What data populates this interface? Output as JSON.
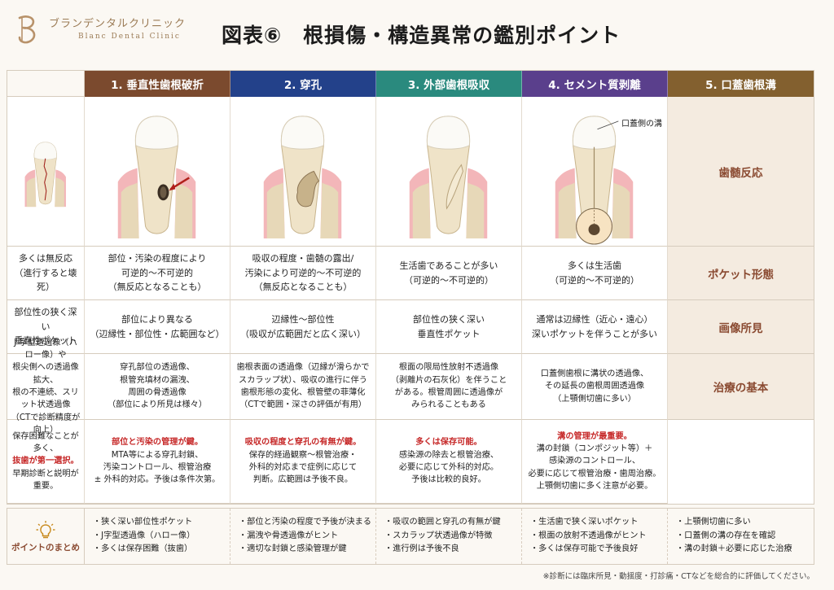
{
  "logo": {
    "jp": "ブランデンタルクリニック",
    "en": "Blanc Dental Clinic"
  },
  "title": "図表⑥　根損傷・構造異常の鑑別ポイント",
  "colors": {
    "c1": "#7b4a2e",
    "c2": "#23418a",
    "c3": "#2a8a7e",
    "c4": "#5a3f8c",
    "c5": "#83602f",
    "rowhead": "#8a4a31",
    "emphasis": "#c62828"
  },
  "columns": [
    {
      "label": "1. 垂直性歯根破折",
      "icon": "vertical-root-fracture-illustration"
    },
    {
      "label": "2. 穿孔",
      "icon": "perforation-illustration"
    },
    {
      "label": "3. 外部歯根吸収",
      "icon": "external-root-resorption-illustration"
    },
    {
      "label": "4. セメント質剥離",
      "icon": "cemental-tear-illustration"
    },
    {
      "label": "5. 口蓋歯根溝",
      "icon": "palatal-groove-illustration",
      "callout": "口蓋側の溝"
    }
  ],
  "rows": [
    {
      "label": "歯髄反応",
      "cells": [
        [
          "多くは無反応",
          "（進行すると壊死）"
        ],
        [
          "部位・汚染の程度により",
          "可逆的〜不可逆的",
          "（無反応となることも）"
        ],
        [
          "吸収の程度・歯髄の露出/",
          "汚染により可逆的〜不可逆的",
          "（無反応となることも）"
        ],
        [
          "生活歯であることが多い",
          "（可逆的〜不可逆的）"
        ],
        [
          "多くは生活歯",
          "（可逆的〜不可逆的）"
        ]
      ]
    },
    {
      "label": "ポケット形態",
      "cells": [
        [
          "部位性の狭く深い",
          "垂直性ポケット"
        ],
        [
          "部位により異なる",
          "（辺縁性・部位性・広範囲など）"
        ],
        [
          "辺縁性〜部位性",
          "（吸収が広範囲だと広く深い）"
        ],
        [
          "部位性の狭く深い",
          "垂直性ポケット"
        ],
        [
          "通常は辺縁性（近心・遠心）",
          "深いポケットを伴うことが多い"
        ]
      ]
    },
    {
      "label": "画像所見",
      "cells": [
        [
          "J 字型透過像（ハロー像）や",
          "根尖側への透過像拡大、",
          "根の不連続、スリット状透過像",
          "（CTで診断精度が向上）"
        ],
        [
          "穿孔部位の透過像、",
          "根管充填材の漏洩、",
          "周囲の骨透過像",
          "（部位により所見は様々）"
        ],
        [
          "歯根表面の透過像（辺縁が滑らかで",
          "スカラップ状）、吸収の進行に伴う",
          "歯根形態の変化、根管壁の菲薄化",
          "（CTで範囲・深さの評価が有用）"
        ],
        [
          "根面の限局性放射不透過像",
          "（剥離片の石灰化）を伴うこと",
          "がある。根管周囲に透過像が",
          "みられることもある"
        ],
        [
          "口蓋側歯根に溝状の透過像、",
          "その延長の歯根周囲透過像",
          "（上顎側切歯に多い）"
        ]
      ]
    },
    {
      "label": "治療の基本",
      "cells": [
        {
          "lines": [
            "保存困難なことが多く、",
            "抜歯が第一選択。",
            "早期診断と説明が重要。"
          ],
          "emph": [
            1
          ]
        },
        {
          "lines": [
            "部位と汚染の管理が鍵。",
            "MTA等による穿孔封鎖、",
            "汚染コントロール、根管治療",
            "± 外科的対応。予後は条件次第。"
          ],
          "emph": [
            0
          ]
        },
        {
          "lines": [
            "吸収の程度と穿孔の有無が鍵。",
            "保存的経過観察〜根管治療・",
            "外科的対応まで症例に応じて",
            "判断。広範囲は予後不良。"
          ],
          "emph": [
            0
          ]
        },
        {
          "lines": [
            "多くは保存可能。",
            "感染源の除去と根管治療、",
            "必要に応じて外科的対応。",
            "予後は比較的良好。"
          ],
          "emph": [
            0
          ]
        },
        {
          "lines": [
            "溝の管理が最重要。",
            "溝の封鎖（コンポジット等）＋",
            "感染源のコントロール、",
            "必要に応じて根管治療・歯周治療。",
            "上顎側切歯に多く注意が必要。"
          ],
          "emph": [
            0
          ]
        }
      ]
    }
  ],
  "summary": {
    "label": "ポイントのまとめ",
    "icon": "lightbulb-icon",
    "cols": [
      [
        "・狭く深い部位性ポケット",
        "・J字型透過像（ハロー像）",
        "・多くは保存困難（抜歯）"
      ],
      [
        "・部位と汚染の程度で予後が決まる",
        "・漏洩や骨透過像がヒント",
        "・適切な封鎖と感染管理が鍵"
      ],
      [
        "・吸収の範囲と穿孔の有無が鍵",
        "・スカラップ状透過像が特徴",
        "・進行例は予後不良"
      ],
      [
        "・生活歯で狭く深いポケット",
        "・根面の放射不透過像がヒント",
        "・多くは保存可能で予後良好"
      ],
      [
        "・上顎側切歯に多い",
        "・口蓋側の溝の存在を確認",
        "・溝の封鎖＋必要に応じた治療"
      ]
    ]
  },
  "footnote": "※診断には臨床所見・動揺度・打診痛・CTなどを総合的に評価してください。"
}
